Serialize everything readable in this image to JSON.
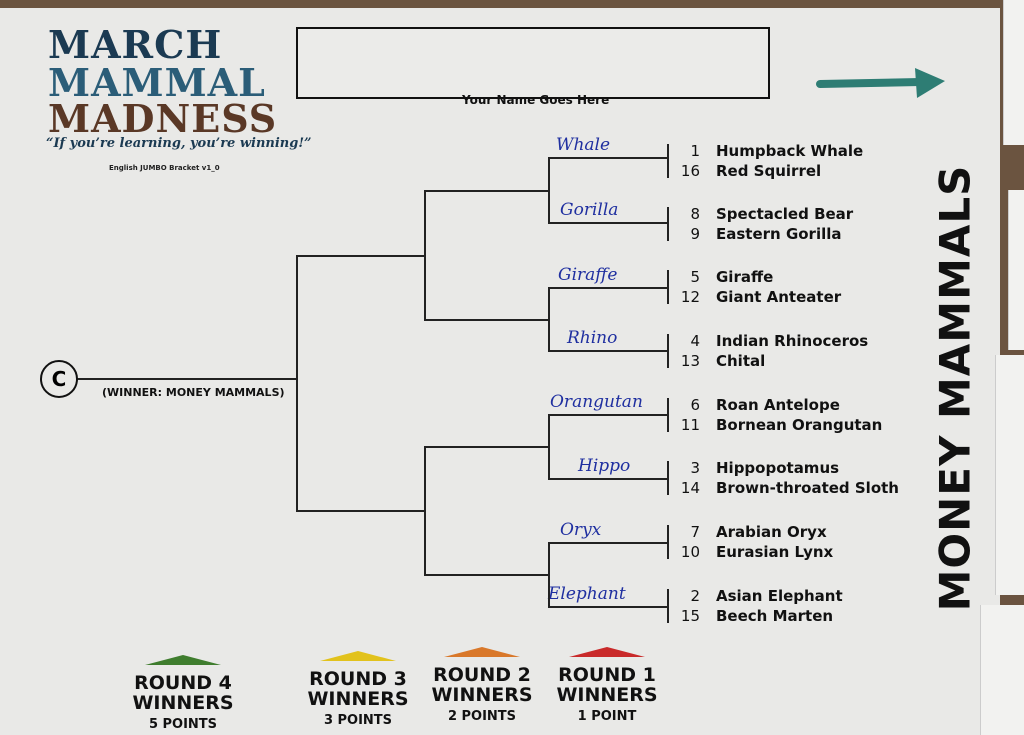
{
  "logo": {
    "rows": [
      "MARCH",
      "MAMMAL",
      "MADNESS"
    ],
    "tagline": "“If you’re learning, you’re winning!”",
    "version": "English JUMBO Bracket v1_0"
  },
  "name_box": {
    "label": "Your Name Goes Here"
  },
  "region": {
    "title": "MONEY MAMMALS",
    "arrow_color": "#2e7d74"
  },
  "championship": {
    "badge": "C",
    "label": "(WINNER: MONEY MAMMALS)"
  },
  "matchups": [
    {
      "top": {
        "seed": "1",
        "name": "Humpback Whale"
      },
      "bottom": {
        "seed": "16",
        "name": "Red Squirrel"
      },
      "pick": "Whale"
    },
    {
      "top": {
        "seed": "8",
        "name": "Spectacled Bear"
      },
      "bottom": {
        "seed": "9",
        "name": "Eastern Gorilla"
      },
      "pick": "Gorilla"
    },
    {
      "top": {
        "seed": "5",
        "name": "Giraffe"
      },
      "bottom": {
        "seed": "12",
        "name": "Giant Anteater"
      },
      "pick": "Giraffe"
    },
    {
      "top": {
        "seed": "4",
        "name": "Indian Rhinoceros"
      },
      "bottom": {
        "seed": "13",
        "name": "Chital"
      },
      "pick": "Rhino"
    },
    {
      "top": {
        "seed": "6",
        "name": "Roan Antelope"
      },
      "bottom": {
        "seed": "11",
        "name": "Bornean Orangutan"
      },
      "pick": "Orangutan"
    },
    {
      "top": {
        "seed": "3",
        "name": "Hippopotamus"
      },
      "bottom": {
        "seed": "14",
        "name": "Brown-throated Sloth"
      },
      "pick": "Hippo"
    },
    {
      "top": {
        "seed": "7",
        "name": "Arabian Oryx"
      },
      "bottom": {
        "seed": "10",
        "name": "Eurasian Lynx"
      },
      "pick": "Oryx"
    },
    {
      "top": {
        "seed": "2",
        "name": "Asian Elephant"
      },
      "bottom": {
        "seed": "15",
        "name": "Beech Marten"
      },
      "pick": "Elephant"
    }
  ],
  "legend": [
    {
      "title": "ROUND 4",
      "subtitle": "WINNERS",
      "points": "5 POINTS",
      "color": "#3f7d2e"
    },
    {
      "title": "ROUND 3",
      "subtitle": "WINNERS",
      "points": "3 POINTS",
      "color": "#e2c21c"
    },
    {
      "title": "ROUND 2",
      "subtitle": "WINNERS",
      "points": "2 POINTS",
      "color": "#d9782a"
    },
    {
      "title": "ROUND 1",
      "subtitle": "WINNERS",
      "points": "1 POINT",
      "color": "#c92a2a"
    }
  ]
}
